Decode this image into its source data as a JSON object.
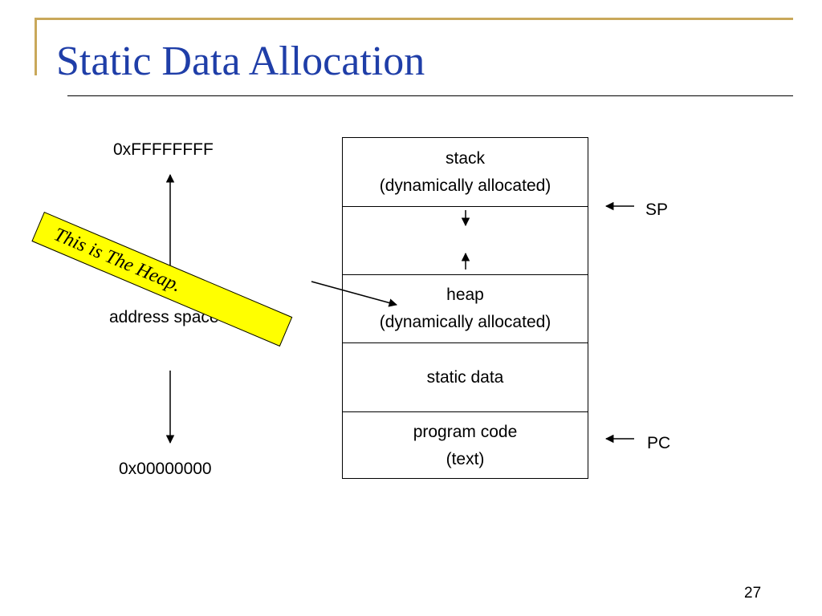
{
  "slide": {
    "title": "Static Data Allocation",
    "page_number": "27"
  },
  "address_space": {
    "top_address": "0xFFFFFFFF",
    "label": "address space",
    "bottom_address": "0x00000000"
  },
  "memory_layout": {
    "segments": [
      {
        "line1": "stack",
        "line2": "(dynamically allocated)"
      },
      {
        "line1": "",
        "line2": ""
      },
      {
        "line1": "heap",
        "line2": "(dynamically allocated)"
      },
      {
        "line1": "static data",
        "line2": ""
      },
      {
        "line1": "program code",
        "line2": "(text)"
      }
    ]
  },
  "registers": {
    "sp": "SP",
    "pc": "PC"
  },
  "callout": {
    "prefix": "This is ",
    "emphasis": "The Heap.",
    "fill_color": "#ffff00"
  },
  "colors": {
    "title": "#1f3ea8",
    "frame_accent": "#c9a85a"
  }
}
